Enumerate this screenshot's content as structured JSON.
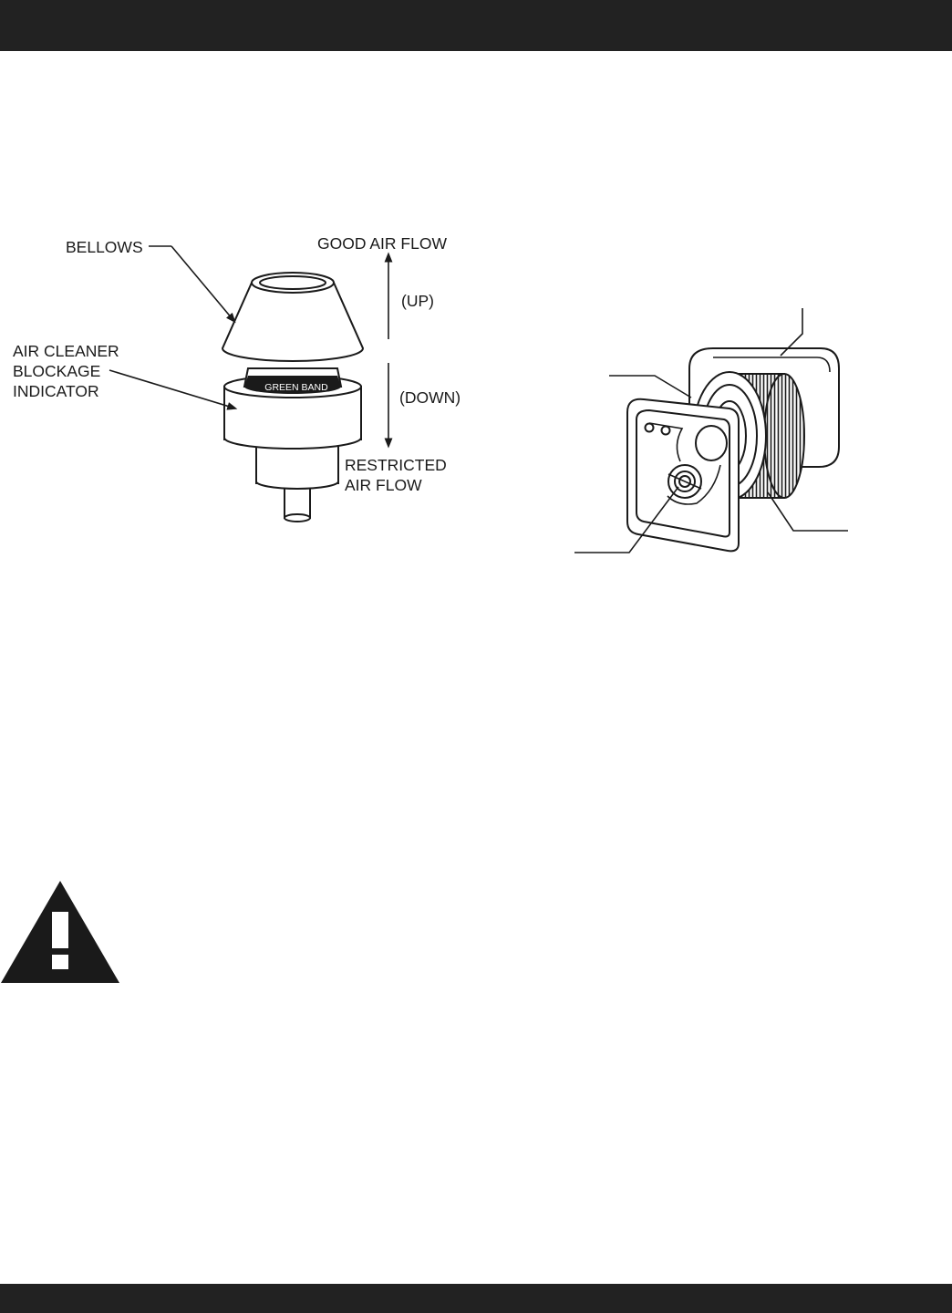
{
  "indicator_figure": {
    "bellows_label": "BELLOWS",
    "indicator_label_lines": [
      "AIR CLEANER",
      "BLOCKAGE",
      "INDICATOR"
    ],
    "green_band_label": "GREEN BAND",
    "good_air_flow_label": "GOOD AIR FLOW",
    "up_label": "(UP)",
    "down_label": "(DOWN)",
    "restricted_label_lines": [
      "RESTRICTED",
      "AIR FLOW"
    ]
  },
  "colors": {
    "bars": "#222222",
    "ink": "#1a1a1a",
    "paper": "#ffffff"
  },
  "icons": [
    "warning-triangle-icon"
  ]
}
